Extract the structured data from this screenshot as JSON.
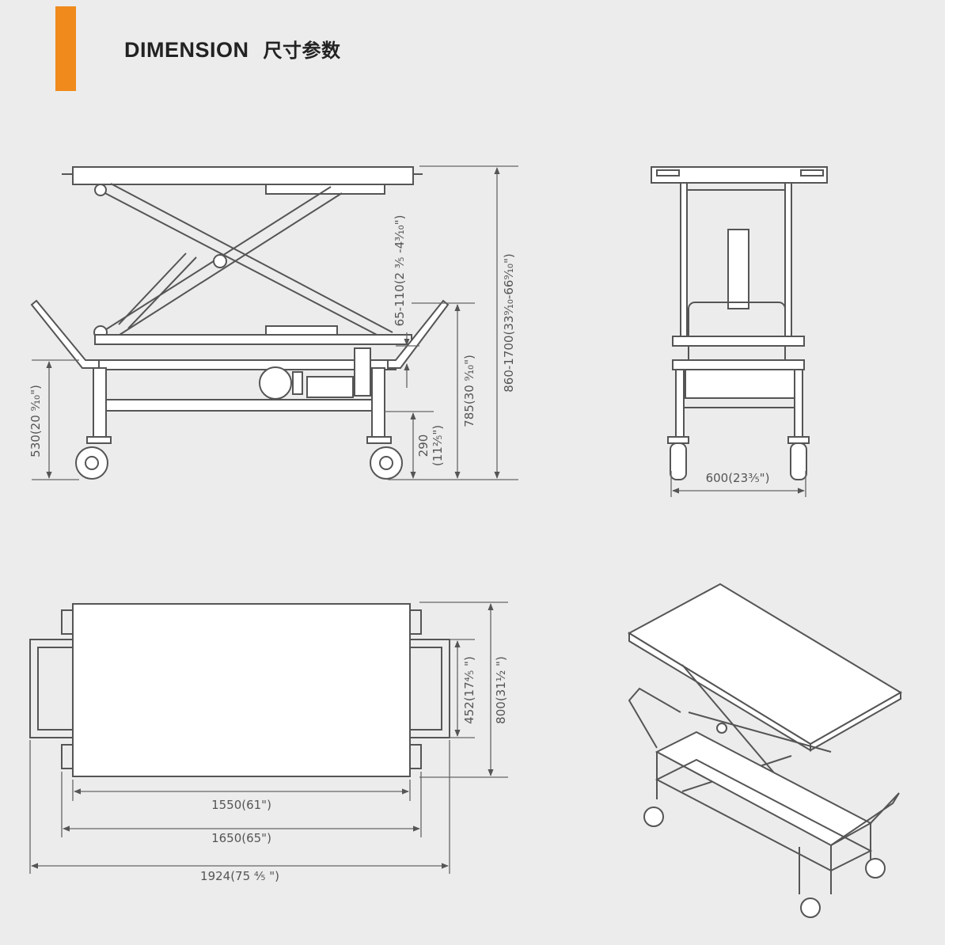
{
  "header": {
    "title": "DIMENSION",
    "title_cn": "尺寸参数",
    "accent_color": "#f08a1c"
  },
  "side_view": {
    "dim_height_range": "860-1700(33⁹⁄₁₀-66⁹⁄₁₀\")",
    "dim_785": "785(30 ⁹⁄₁₀\")",
    "dim_65_110": "65-110(2 ³⁄₅ -4³⁄₁₀\")",
    "dim_530": "530(20 ⁹⁄₁₀\")",
    "dim_290": "290",
    "dim_290_in": "(11²⁄₅\")"
  },
  "front_view": {
    "dim_600": "600(23³⁄₅\")"
  },
  "top_view": {
    "dim_1550": "1550(61\")",
    "dim_1650": "1650(65\")",
    "dim_1924": "1924(75 ⁴⁄₅ \")",
    "dim_452": "452(17⁴⁄₅ \")",
    "dim_800": "800(31¹⁄₂ \")"
  }
}
